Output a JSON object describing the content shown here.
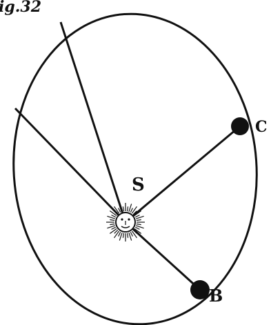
{
  "figure": {
    "caption": "ig.32",
    "labels": {
      "sun": "S",
      "point_c": "C",
      "point_b": "B"
    }
  },
  "colors": {
    "ink": "#111111",
    "paper": "#ffffff"
  },
  "icons": {
    "sun": "sun-face-icon"
  }
}
